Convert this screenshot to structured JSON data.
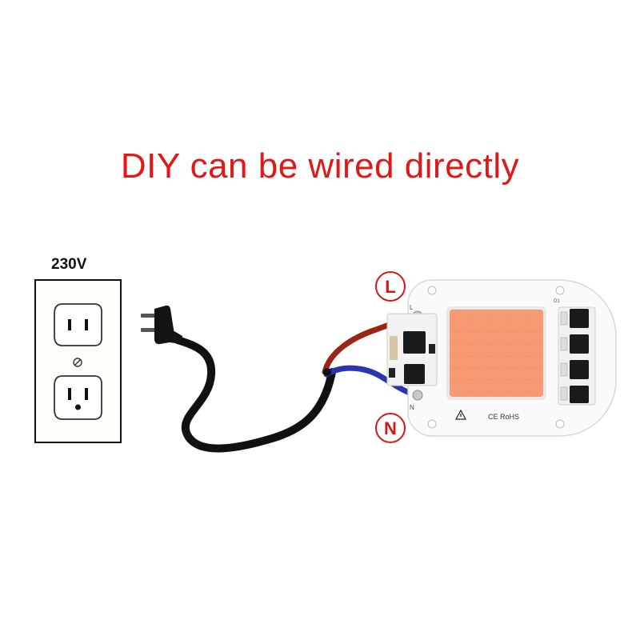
{
  "title": "DIY can be wired directly",
  "voltage_label": "230V",
  "terminals": {
    "live": "L",
    "neutral": "N",
    "live_small": "L",
    "neutral_small": "N"
  },
  "board": {
    "pcb_marking": "D1",
    "cert_text": "CE  RoHS"
  },
  "colors": {
    "title": "#e01818",
    "live_wire": "#9b2414",
    "neutral_wire": "#2b35b0",
    "cable": "#111111",
    "led_chip": "#f59a72",
    "terminal_ring": "#d01818"
  }
}
